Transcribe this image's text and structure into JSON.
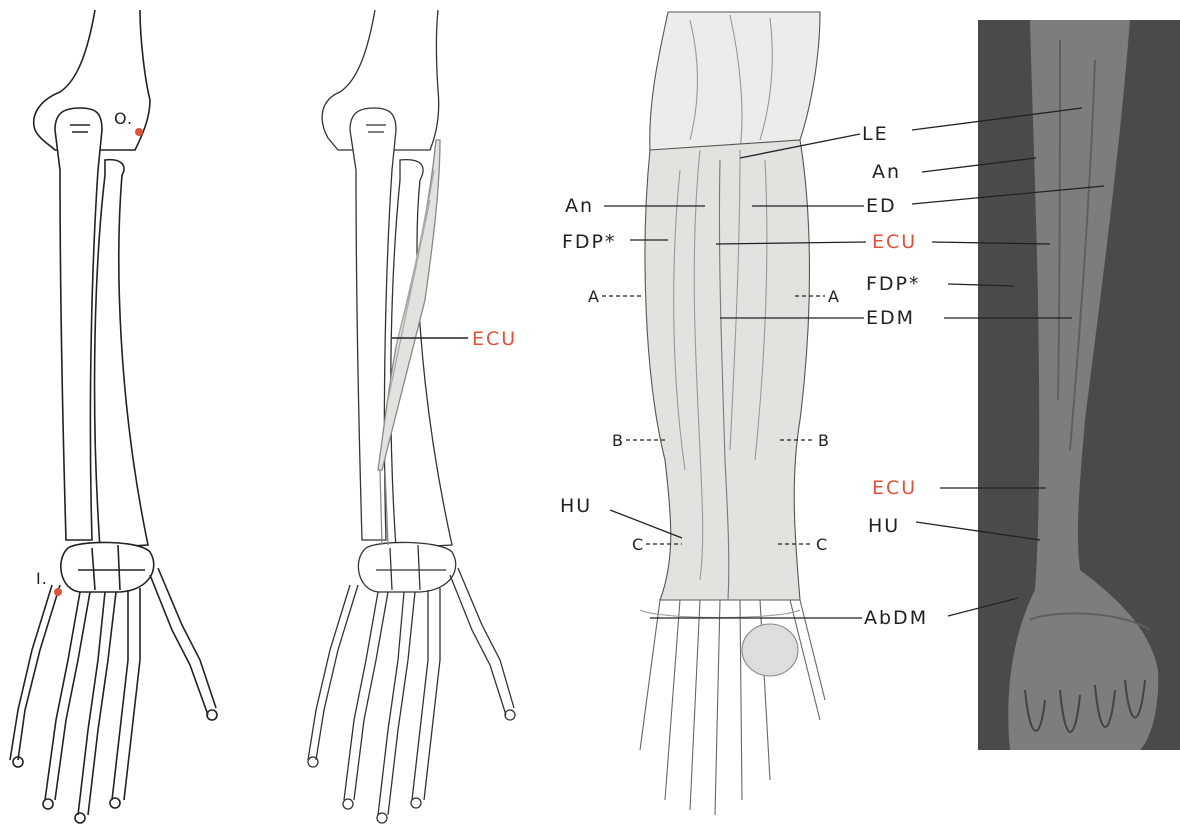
{
  "colors": {
    "ink": "#222222",
    "accent": "#e0523a",
    "bone_fill": "#ffffff",
    "muscle_fill": "#e4e2de",
    "muscle_dark": "#c9c6c0",
    "photo_bg": "#4a4a4a",
    "photo_limb": "#7d7d7d"
  },
  "panel1": {
    "markers": {
      "origin": "O.",
      "insertion": "I."
    }
  },
  "panel2": {
    "label": "ECU"
  },
  "panel3": {
    "left_labels": {
      "an": "An",
      "fdp": "FDP*",
      "a": "A",
      "b": "B",
      "hu": "HU",
      "c": "C"
    },
    "right_labels": {
      "a": "A",
      "b": "B",
      "c": "C"
    }
  },
  "center_labels": {
    "le": "LE",
    "an": "An",
    "ed": "ED",
    "ecu": "ECU",
    "fdp": "FDP*",
    "edm": "EDM",
    "abdm": "AbDM"
  },
  "photo_labels": {
    "ecu": "ECU",
    "hu": "HU"
  }
}
